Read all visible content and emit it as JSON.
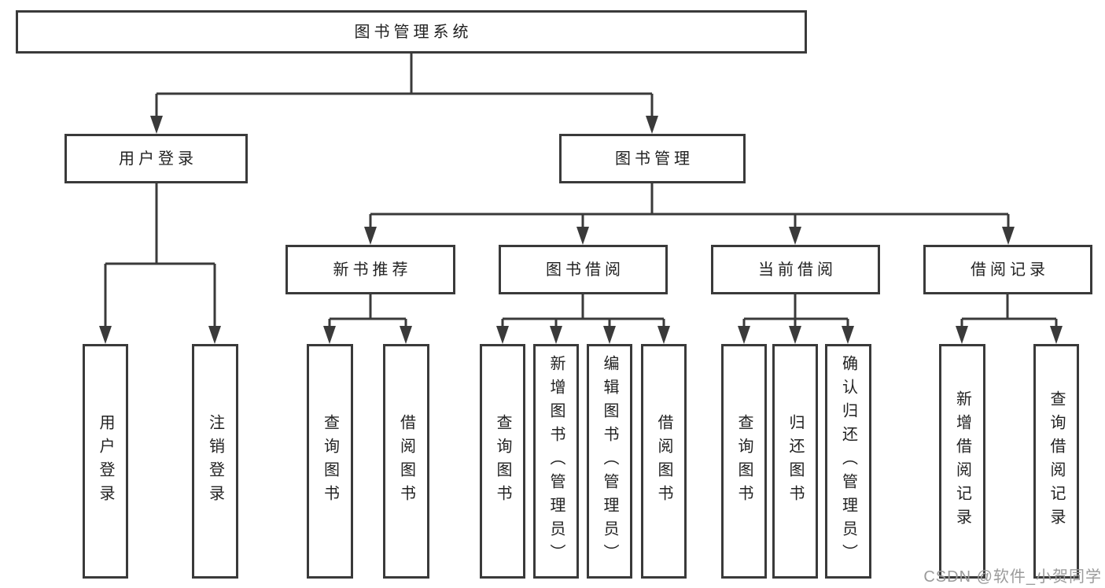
{
  "tree": {
    "root": {
      "label": "图书管理系统"
    },
    "branches": [
      {
        "label": "用户登录",
        "children": [
          {
            "label": "用户登录"
          },
          {
            "label": "注销登录"
          }
        ]
      },
      {
        "label": "图书管理",
        "children": [
          {
            "label": "新书推荐",
            "children": [
              {
                "label": "查询图书"
              },
              {
                "label": "借阅图书"
              }
            ]
          },
          {
            "label": "图书借阅",
            "children": [
              {
                "label": "查询图书"
              },
              {
                "label": "新增图书（管理员）"
              },
              {
                "label": "编辑图书（管理员）"
              },
              {
                "label": "借阅图书"
              }
            ]
          },
          {
            "label": "当前借阅",
            "children": [
              {
                "label": "查询图书"
              },
              {
                "label": "归还图书"
              },
              {
                "label": "确认归还（管理员）"
              }
            ]
          },
          {
            "label": "借阅记录",
            "children": [
              {
                "label": "新增借阅记录"
              },
              {
                "label": "查询借阅记录"
              }
            ]
          }
        ]
      }
    ]
  },
  "watermark": {
    "text": "CSDN @软件_小贺同学"
  },
  "colors": {
    "line": "#3a3a3a",
    "text": "#222222",
    "watermark": "#9b9b9b",
    "background": "#ffffff"
  }
}
